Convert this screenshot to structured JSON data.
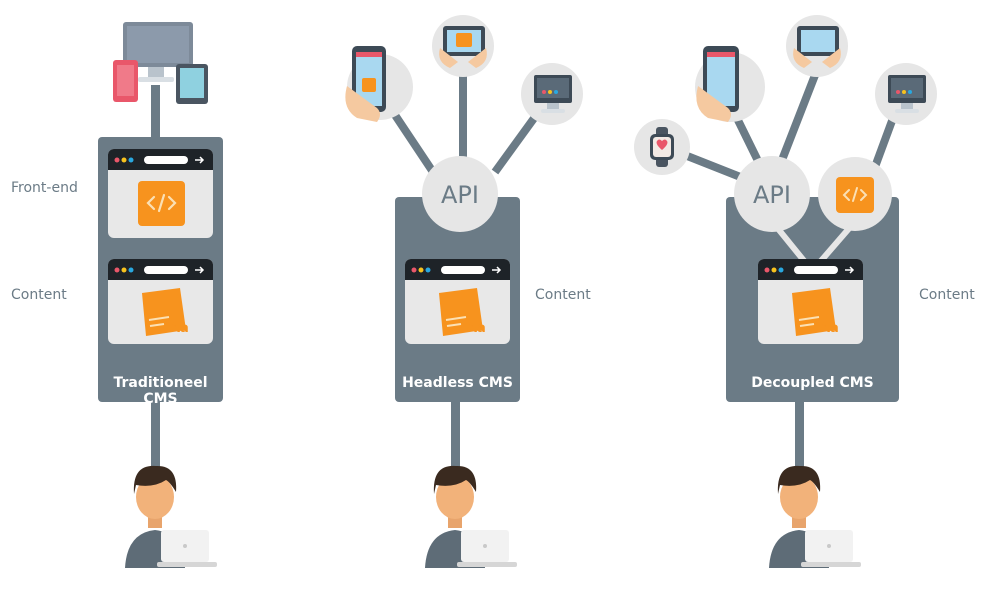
{
  "labels": {
    "frontend": "Front-end",
    "content_left": "Content",
    "content_mid": "Content",
    "content_right": "Content"
  },
  "cms": {
    "traditional": "Traditioneel CMS",
    "headless": "Headless CMS",
    "decoupled": "Decoupled CMS"
  },
  "api": {
    "headless": "API",
    "decoupled": "API"
  },
  "colors": {
    "panel": "#6b7b86",
    "connector": "#6b7b86",
    "card": "#e8e8e8",
    "browser_bar": "#1e2328",
    "orange": "#f7931e",
    "circle": "#e6e6e6",
    "skin": "#f2b27a",
    "hair": "#3a2a1f",
    "shirt": "#5e6c77"
  },
  "icons": [
    "desktop-icon",
    "tablet-icon",
    "phone-icon",
    "smartwatch-icon",
    "code-icon",
    "content-doc-icon",
    "developer-person-icon"
  ]
}
